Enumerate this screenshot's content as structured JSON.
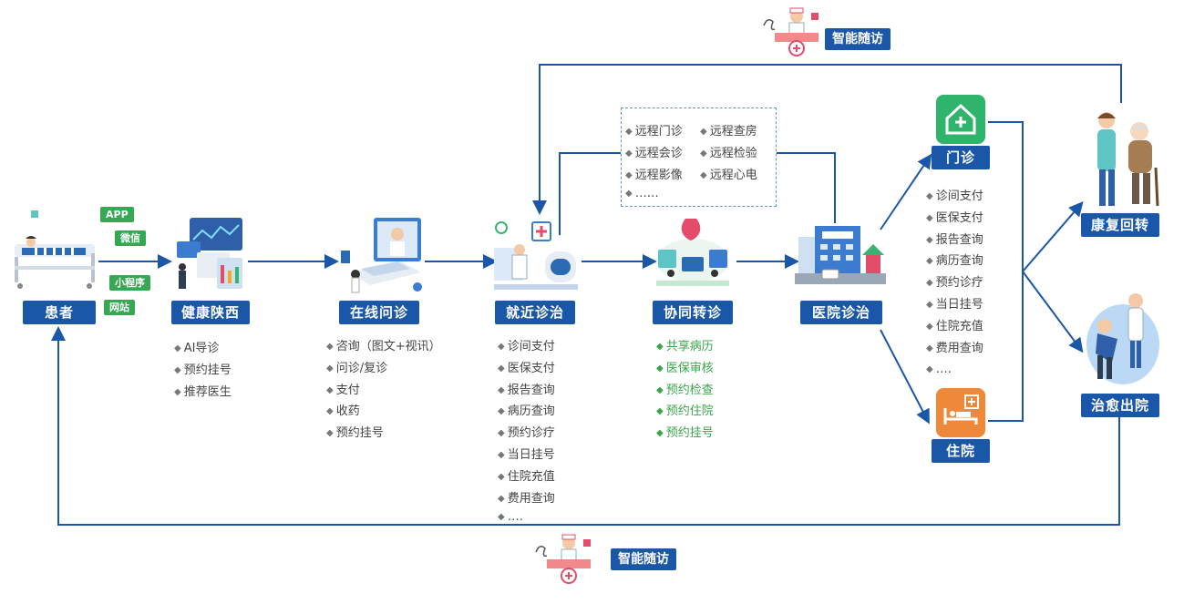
{
  "stages": {
    "patient": "患者",
    "health": "健康陕西",
    "online": "在线问诊",
    "nearby": "就近诊治",
    "collab": "协同转诊",
    "hospital": "医院诊治",
    "outpatient": "门诊",
    "inpatient": "住院",
    "rehab": "康复回转",
    "discharge": "治愈出院"
  },
  "channels": {
    "app": "APP",
    "wechat": "微信",
    "miniprogram": "小程序",
    "website": "网站"
  },
  "followup": {
    "top": "智能随访",
    "bottom": "智能随访"
  },
  "health_items": [
    "AI导诊",
    "预约挂号",
    "推荐医生"
  ],
  "online_items": [
    "咨询（图文+视讯）",
    "问诊/复诊",
    "支付",
    "收药",
    "预约挂号"
  ],
  "nearby_items": [
    "诊间支付",
    "医保支付",
    "报告查询",
    "病历查询",
    "预约诊疗",
    "当日挂号",
    "住院充值",
    "费用查询",
    "…."
  ],
  "collab_items": [
    "共享病历",
    "医保审核",
    "预约检查",
    "预约住院",
    "预约挂号"
  ],
  "outpatient_items": [
    "诊间支付",
    "医保支付",
    "报告查询",
    "病历查询",
    "预约诊疗",
    "当日挂号",
    "住院充值",
    "费用查询",
    "…."
  ],
  "remote": {
    "col1": [
      "远程门诊",
      "远程会诊",
      "远程影像"
    ],
    "col2": [
      "远程查房",
      "远程检验",
      "远程心电"
    ],
    "more": "……"
  },
  "colors": {
    "primary": "#1a57a8",
    "green": "#36a853",
    "line": "#1a57a8"
  },
  "icons": {
    "patient": "hospital-bed-icon",
    "health": "data-dashboard-icon",
    "online": "laptop-doctor-icon",
    "nearby": "clinic-doctor-icon",
    "collab": "collaboration-icon",
    "hospital": "hospital-building-icon",
    "outpatient": "house-plus-icon",
    "inpatient": "bed-plus-icon",
    "rehab": "caregiver-elder-icon",
    "discharge": "doctor-patient-icon",
    "followup": "nurse-followup-icon"
  }
}
